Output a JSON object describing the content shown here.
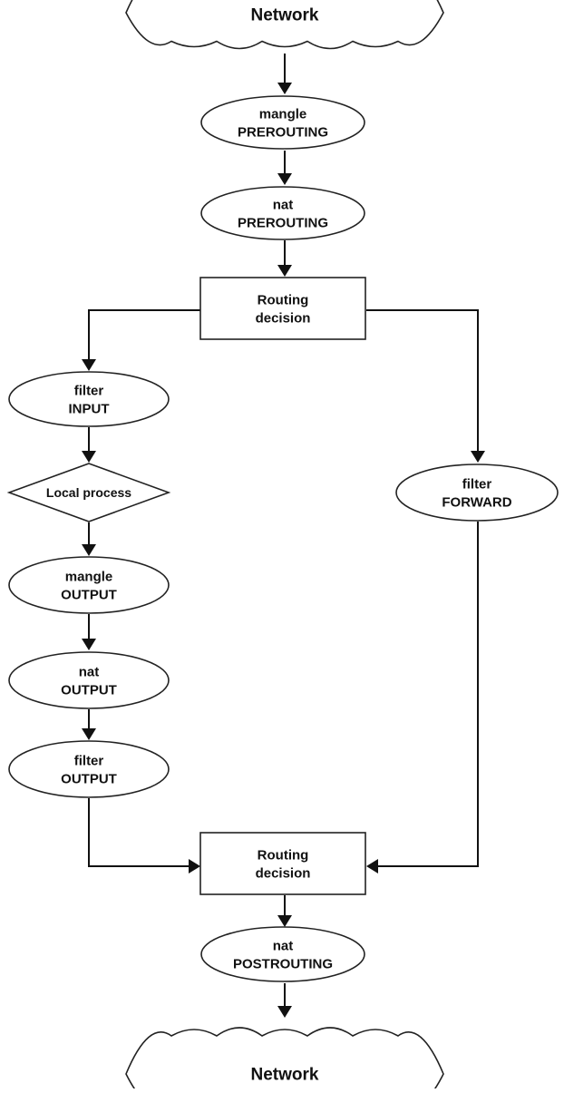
{
  "diagram": {
    "type": "flowchart",
    "nodes": [
      {
        "id": "network-in",
        "shape": "cloud",
        "lines": [
          "Network"
        ]
      },
      {
        "id": "mangle-prerouting",
        "shape": "ellipse",
        "lines": [
          "mangle",
          "PREROUTING"
        ]
      },
      {
        "id": "nat-prerouting",
        "shape": "ellipse",
        "lines": [
          "nat",
          "PREROUTING"
        ]
      },
      {
        "id": "routing-decision-1",
        "shape": "rect",
        "lines": [
          "Routing",
          "decision"
        ]
      },
      {
        "id": "filter-input",
        "shape": "ellipse",
        "lines": [
          "filter",
          "INPUT"
        ]
      },
      {
        "id": "local-process",
        "shape": "diamond",
        "lines": [
          "Local process"
        ]
      },
      {
        "id": "mangle-output",
        "shape": "ellipse",
        "lines": [
          "mangle",
          "OUTPUT"
        ]
      },
      {
        "id": "nat-output",
        "shape": "ellipse",
        "lines": [
          "nat",
          "OUTPUT"
        ]
      },
      {
        "id": "filter-output",
        "shape": "ellipse",
        "lines": [
          "filter",
          "OUTPUT"
        ]
      },
      {
        "id": "filter-forward",
        "shape": "ellipse",
        "lines": [
          "filter",
          "FORWARD"
        ]
      },
      {
        "id": "routing-decision-2",
        "shape": "rect",
        "lines": [
          "Routing",
          "decision"
        ]
      },
      {
        "id": "nat-postrouting",
        "shape": "ellipse",
        "lines": [
          "nat",
          "POSTROUTING"
        ]
      },
      {
        "id": "network-out",
        "shape": "cloud",
        "lines": [
          "Network"
        ]
      }
    ],
    "edges": [
      {
        "from": "network-in",
        "to": "mangle-prerouting"
      },
      {
        "from": "mangle-prerouting",
        "to": "nat-prerouting"
      },
      {
        "from": "nat-prerouting",
        "to": "routing-decision-1"
      },
      {
        "from": "routing-decision-1",
        "to": "filter-input"
      },
      {
        "from": "routing-decision-1",
        "to": "filter-forward"
      },
      {
        "from": "filter-input",
        "to": "local-process"
      },
      {
        "from": "local-process",
        "to": "mangle-output"
      },
      {
        "from": "mangle-output",
        "to": "nat-output"
      },
      {
        "from": "nat-output",
        "to": "filter-output"
      },
      {
        "from": "filter-output",
        "to": "routing-decision-2"
      },
      {
        "from": "filter-forward",
        "to": "routing-decision-2"
      },
      {
        "from": "routing-decision-2",
        "to": "nat-postrouting"
      },
      {
        "from": "nat-postrouting",
        "to": "network-out"
      }
    ]
  }
}
